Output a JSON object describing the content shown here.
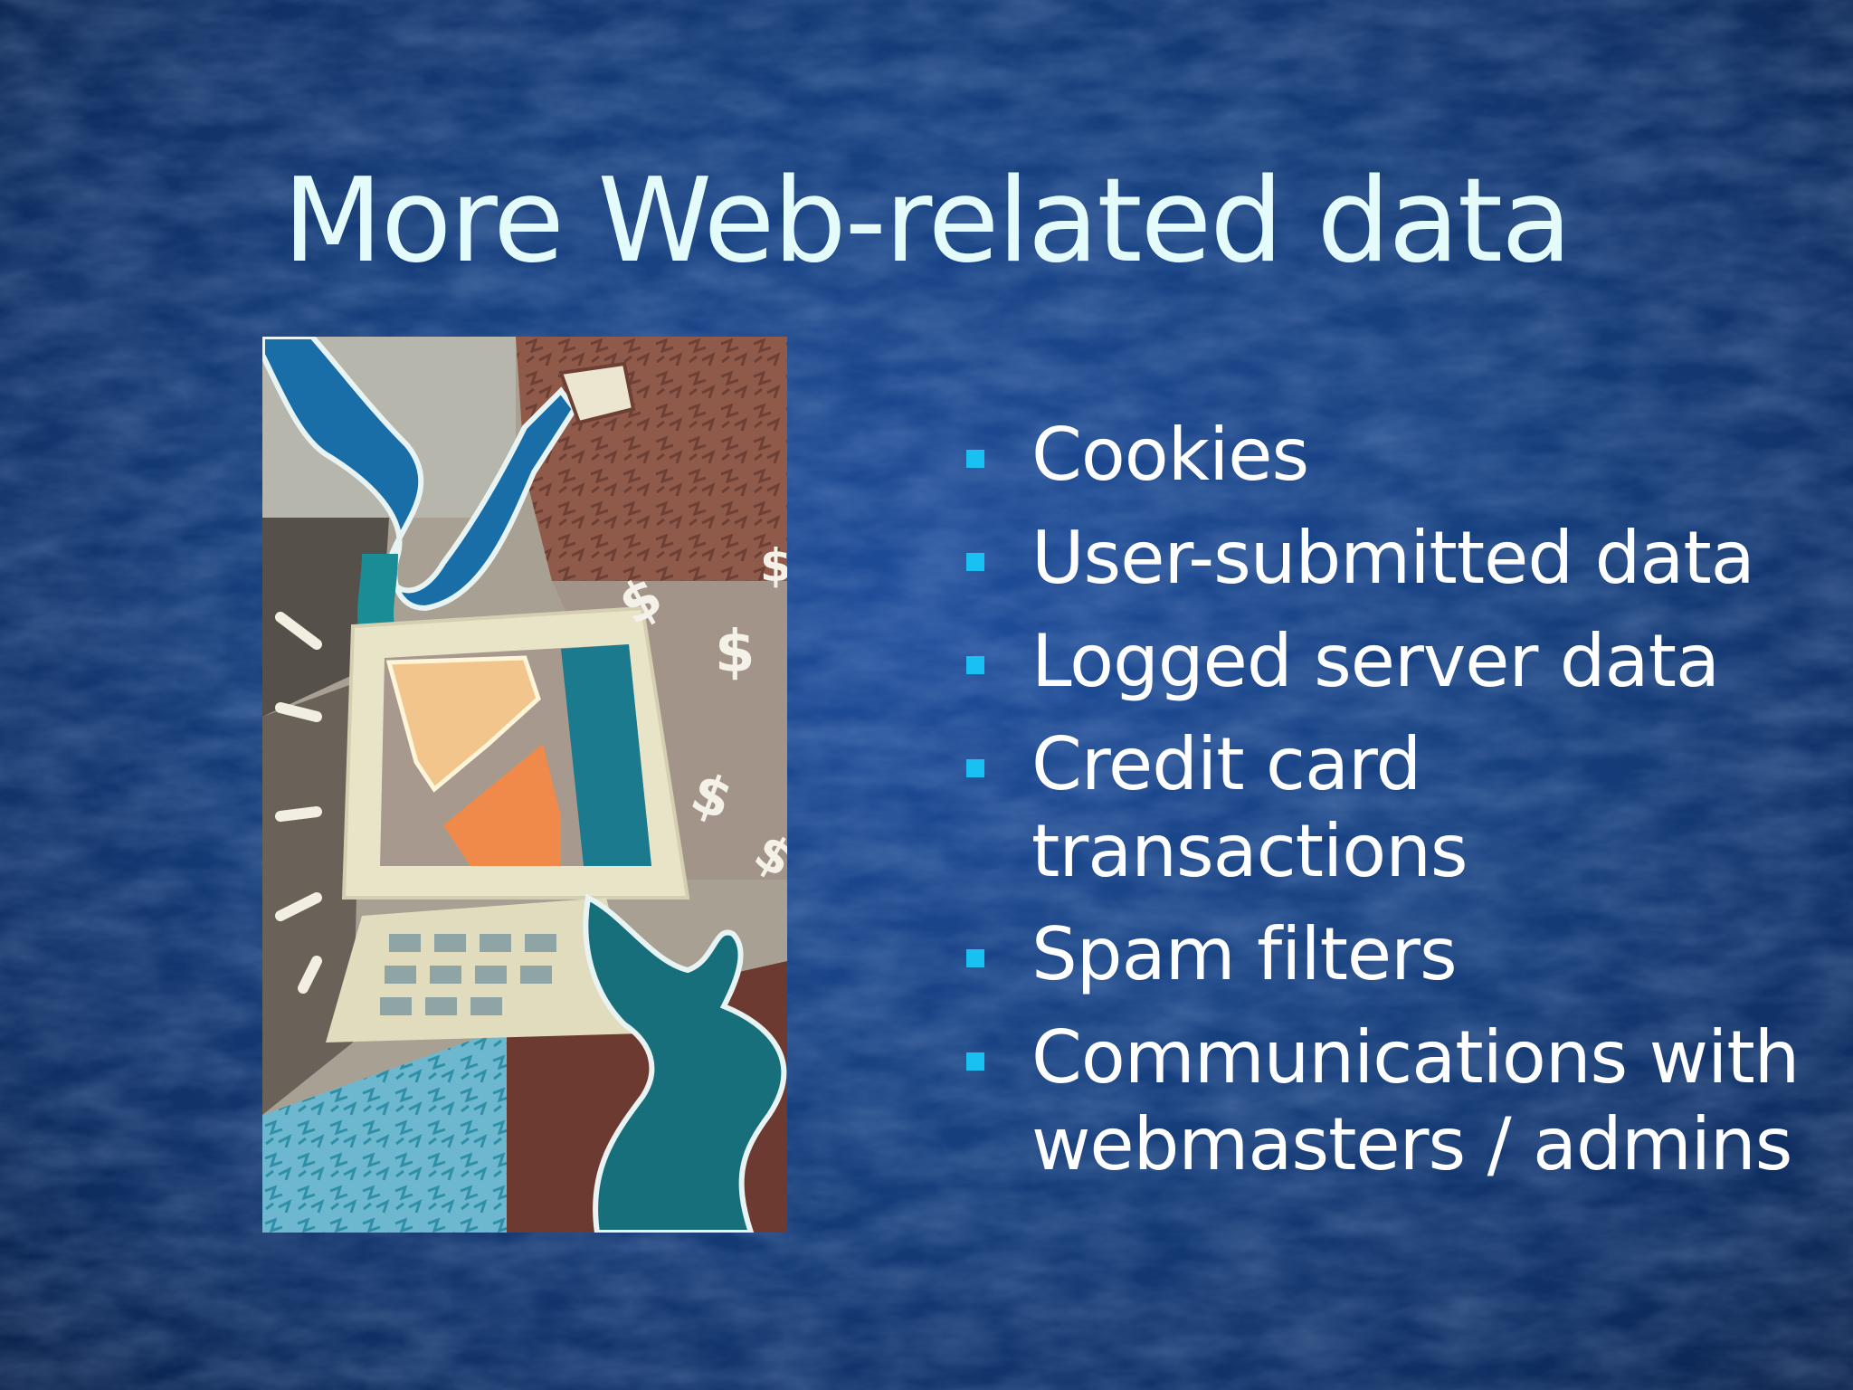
{
  "slide": {
    "title": "More Web-related data",
    "background_color": "#17407f",
    "title_color": "#e4fbfb",
    "bullet_color": "#19c1f2",
    "illustration_icon": "person-computer-money-clipart-icon",
    "bullets": [
      {
        "text": "Cookies"
      },
      {
        "text": "User-submitted data"
      },
      {
        "text": "Logged server data"
      },
      {
        "text": "Credit card transactions"
      },
      {
        "text": "Spam filters"
      },
      {
        "text": "Communications with webmasters / admins"
      }
    ]
  }
}
